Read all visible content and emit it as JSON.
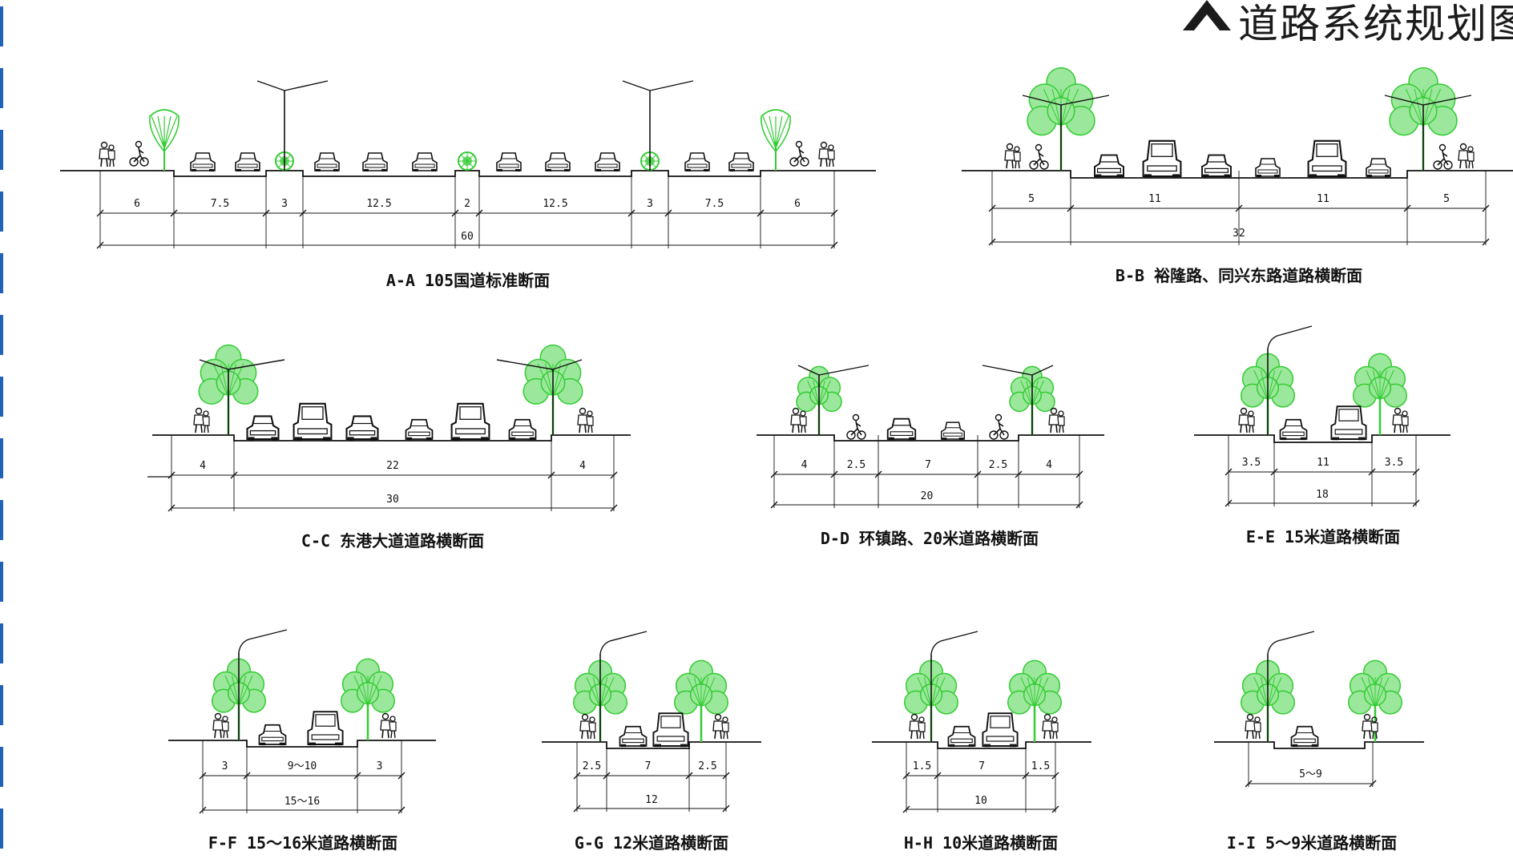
{
  "header": {
    "title": "道路系统规划图"
  },
  "sections": [
    {
      "id": "A-A",
      "caption": "A-A 105国道标准断面",
      "widths": [
        "6",
        "7.5",
        "3",
        "12.5",
        "2",
        "12.5",
        "3",
        "7.5",
        "6"
      ],
      "total": "60"
    },
    {
      "id": "B-B",
      "caption": "B-B 裕隆路、同兴东路道路横断面",
      "widths": [
        "5",
        "11",
        "11",
        "5"
      ],
      "total": "32"
    },
    {
      "id": "C-C",
      "caption": "C-C 东港大道道路横断面",
      "widths": [
        "4",
        "22",
        "4"
      ],
      "total": "30"
    },
    {
      "id": "D-D",
      "caption": "D-D 环镇路、20米道路横断面",
      "widths": [
        "4",
        "2.5",
        "7",
        "2.5",
        "4"
      ],
      "total": "20"
    },
    {
      "id": "E-E",
      "caption": "E-E 15米道路横断面",
      "widths": [
        "3.5",
        "11",
        "3.5"
      ],
      "total": "18"
    },
    {
      "id": "F-F",
      "caption": "F-F 15～16米道路横断面",
      "widths": [
        "3",
        "9～10",
        "3"
      ],
      "total": "15～16"
    },
    {
      "id": "G-G",
      "caption": "G-G 12米道路横断面",
      "widths": [
        "2.5",
        "7",
        "2.5"
      ],
      "total": "12"
    },
    {
      "id": "H-H",
      "caption": "H-H 10米道路横断面",
      "widths": [
        "1.5",
        "7",
        "1.5"
      ],
      "total": "10"
    },
    {
      "id": "I-I",
      "caption": "I-I 5～9米道路横断面",
      "widths": [
        "5～9"
      ],
      "total": ""
    }
  ],
  "colors": {
    "tree": "#33cc33",
    "line": "#111111",
    "accent": "#1f63b8"
  }
}
